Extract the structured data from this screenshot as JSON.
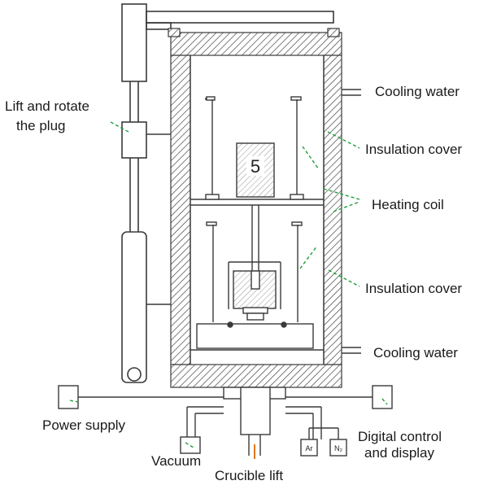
{
  "diagram": {
    "labels": {
      "cooling_water_top": "Cooling water",
      "lift_rotate_line1": "Lift and rotate",
      "lift_rotate_line2": "the plug",
      "insulation_cover_top": "Insulation cover",
      "heating_coil": "Heating coil",
      "insulation_cover_bottom": "Insulation cover",
      "cooling_water_bottom": "Cooling water",
      "power_supply": "Power supply",
      "digital_line1": "Digital control",
      "digital_line2": "and display",
      "vacuum": "Vacuum",
      "crucible_lift": "Crucible lift",
      "gas_ar": "Ar",
      "gas_n2": "N₂",
      "component_number": "5"
    },
    "colors": {
      "line": "#3a3a3a",
      "leader": "#1e9e3a",
      "accent": "#e0781e"
    }
  }
}
